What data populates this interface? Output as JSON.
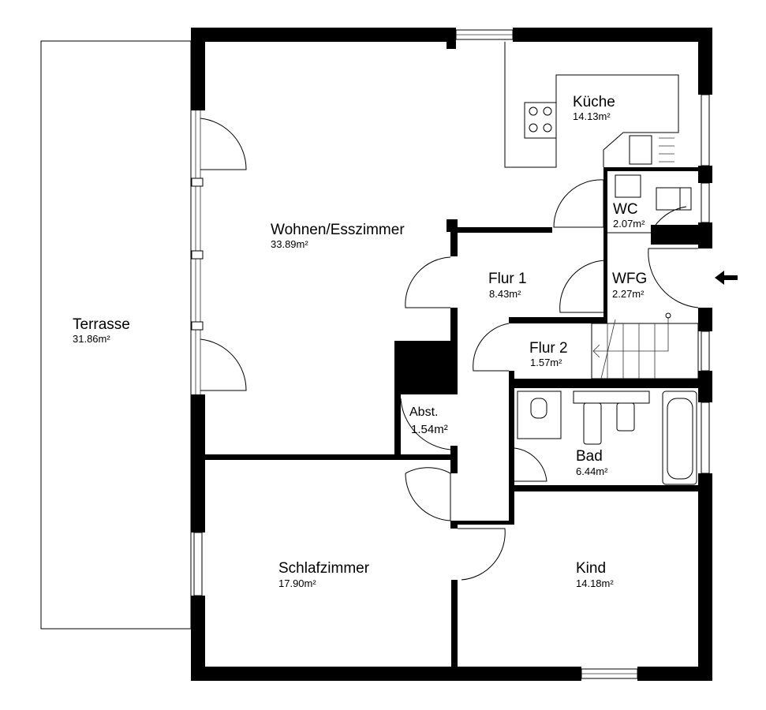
{
  "plan": {
    "rooms": [
      {
        "id": "terrasse",
        "name": "Terrasse",
        "area": "31.86m²"
      },
      {
        "id": "wohnen",
        "name": "Wohnen/Esszimmer",
        "area": "33.89m²"
      },
      {
        "id": "kueche",
        "name": "Küche",
        "area": "14.13m²"
      },
      {
        "id": "wc",
        "name": "WC",
        "area": "2.07m²"
      },
      {
        "id": "flur1",
        "name": "Flur 1",
        "area": "8.43m²"
      },
      {
        "id": "wfg",
        "name": "WFG",
        "area": "2.27m²"
      },
      {
        "id": "flur2",
        "name": "Flur 2",
        "area": "1.57m²"
      },
      {
        "id": "abst",
        "name": "Abst.",
        "area": "1.54m²"
      },
      {
        "id": "bad",
        "name": "Bad",
        "area": "6.44m²"
      },
      {
        "id": "schlafzimmer",
        "name": "Schlafzimmer",
        "area": "17.90m²"
      },
      {
        "id": "kind",
        "name": "Kind",
        "area": "14.18m²"
      }
    ],
    "entrance_icon": "arrow-left-icon"
  }
}
